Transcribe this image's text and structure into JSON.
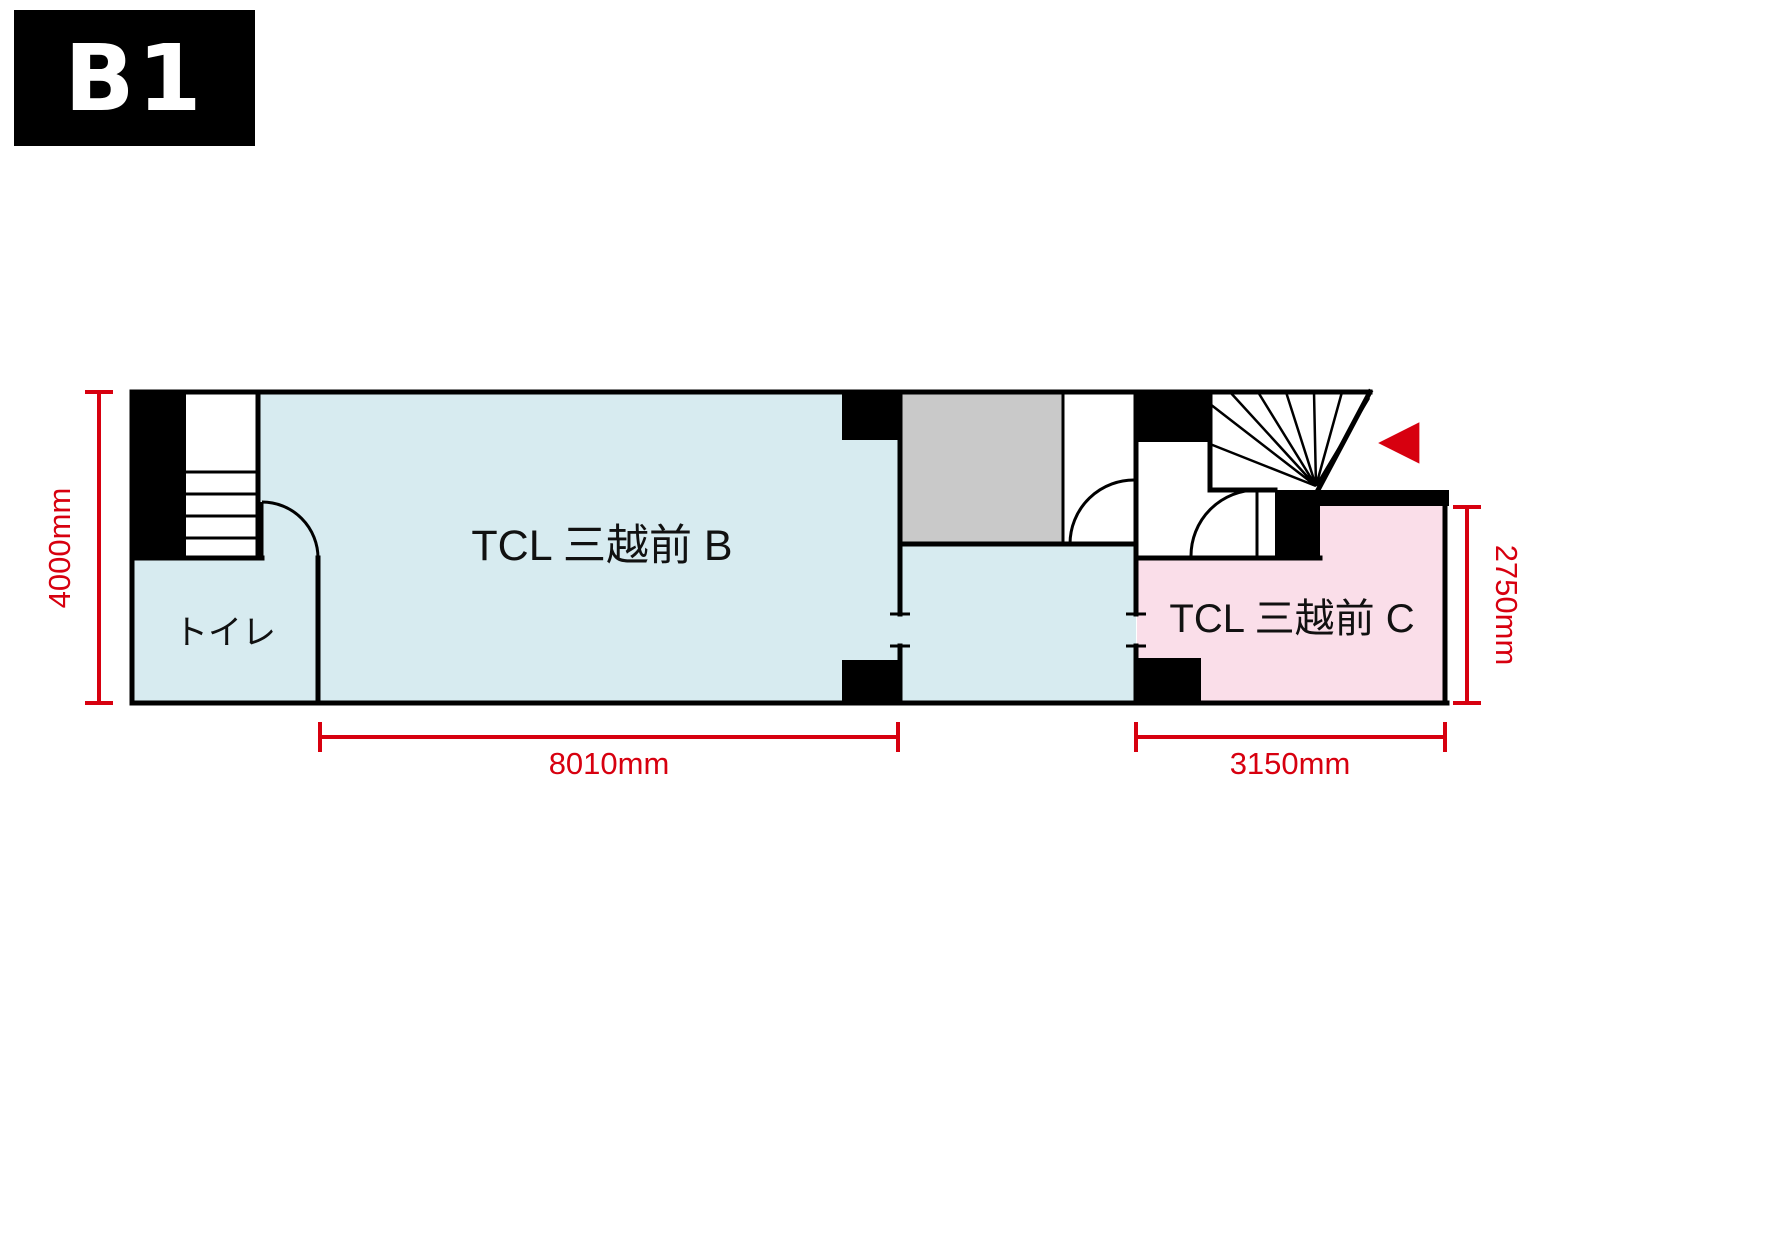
{
  "floor_badge": {
    "label": "B1"
  },
  "plan": {
    "rooms": {
      "room_b": {
        "label": "TCL 三越前 B"
      },
      "room_c": {
        "label": "TCL 三越前 C"
      },
      "toilet": {
        "label": "トイレ"
      }
    },
    "dimensions": {
      "left": "4000mm",
      "bottom_b": "8010mm",
      "bottom_c": "3150mm",
      "right": "2750mm"
    },
    "icons": {
      "entrance_arrow": "◀"
    }
  },
  "colors": {
    "room_blue": "#d7ebf0",
    "room_pink": "#fadee9",
    "shaft_gray": "#c9c9c9",
    "dimension_red": "#d7000f",
    "wall_black": "#000000",
    "badge_black": "#000000",
    "background": "#ffffff"
  }
}
